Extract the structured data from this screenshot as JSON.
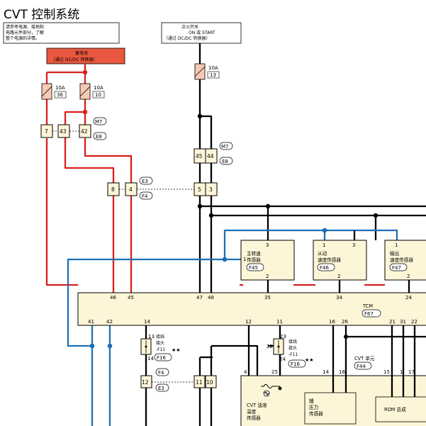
{
  "title": "CVT 控制系统",
  "note_lines": [
    "请参考电源、接地和",
    "电路元件部分，了解",
    "整个电源的详情。"
  ],
  "ignition": {
    "lines": [
      "点火开关",
      "ON 或 START",
      "（通过 DC/DC 转换器）"
    ]
  },
  "battery": {
    "lines": [
      "蓄电池",
      "（通过 DC/DC 转换器）"
    ]
  },
  "fuses": [
    {
      "amp": "10A",
      "no": "36"
    },
    {
      "amp": "10A",
      "no": "10"
    },
    {
      "amp": "10A",
      "no": "13"
    }
  ],
  "connectors": {
    "m7": "M7",
    "e8": "E8",
    "e3": "E3",
    "f4": "F4",
    "f67": "F67",
    "f45": "F45",
    "f46": "F46",
    "f47": "F47",
    "f16": "F16",
    "f44": "F44"
  },
  "terminals": {
    "t7": "7",
    "t43": "43",
    "t42": "42",
    "t8": "8",
    "t4": "4",
    "t5": "5",
    "t3": "3",
    "t45": "45",
    "t44": "44",
    "t12": "12",
    "t11": "11",
    "t10": "10"
  },
  "sensors": {
    "primary": [
      "主转速",
      "传感器"
    ],
    "secondary": [
      "从动",
      "速度传感器"
    ],
    "output": [
      "输出",
      "速度传感器"
    ]
  },
  "sensor_pins": {
    "primary_top": "3",
    "primary_left": "1",
    "primary_bottom": "2",
    "secondary_top_left": "1",
    "secondary_top_right": "3",
    "secondary_bottom": "2",
    "output_top": "1",
    "output_bottom": "2"
  },
  "tcm": {
    "label": "TCM",
    "top_pins": [
      "46",
      "45",
      "47",
      "48",
      "35",
      "34",
      "24"
    ],
    "bottom_pins": [
      "41",
      "42",
      "14",
      "12",
      "11",
      "16",
      "26",
      "21",
      "31",
      "22"
    ]
  },
  "joint": {
    "label_lines": [
      "接线",
      "接头",
      "-F11"
    ],
    "stars": "★★",
    "left_pins": {
      "top": "13",
      "bottom": "14"
    },
    "right_pins": {
      "top": "23",
      "left": "22",
      "bottom": "24"
    }
  },
  "cvt_unit": {
    "label": "CVT 单元",
    "pins": [
      "4",
      "25",
      "14",
      "16",
      "15",
      "1",
      "17"
    ],
    "temp_sensor": [
      "CVT 油液",
      "温度",
      "传感器"
    ],
    "pressure_sensor": [
      "辅",
      "压力",
      "传感器"
    ],
    "rom": "ROM 总成"
  },
  "colors": {
    "red": "#d81e1e",
    "black": "#000000",
    "blue": "#1f6fb5",
    "pale": "#fdf5d7",
    "battery": "#e9573f",
    "fuse": "#f7c9b5"
  }
}
